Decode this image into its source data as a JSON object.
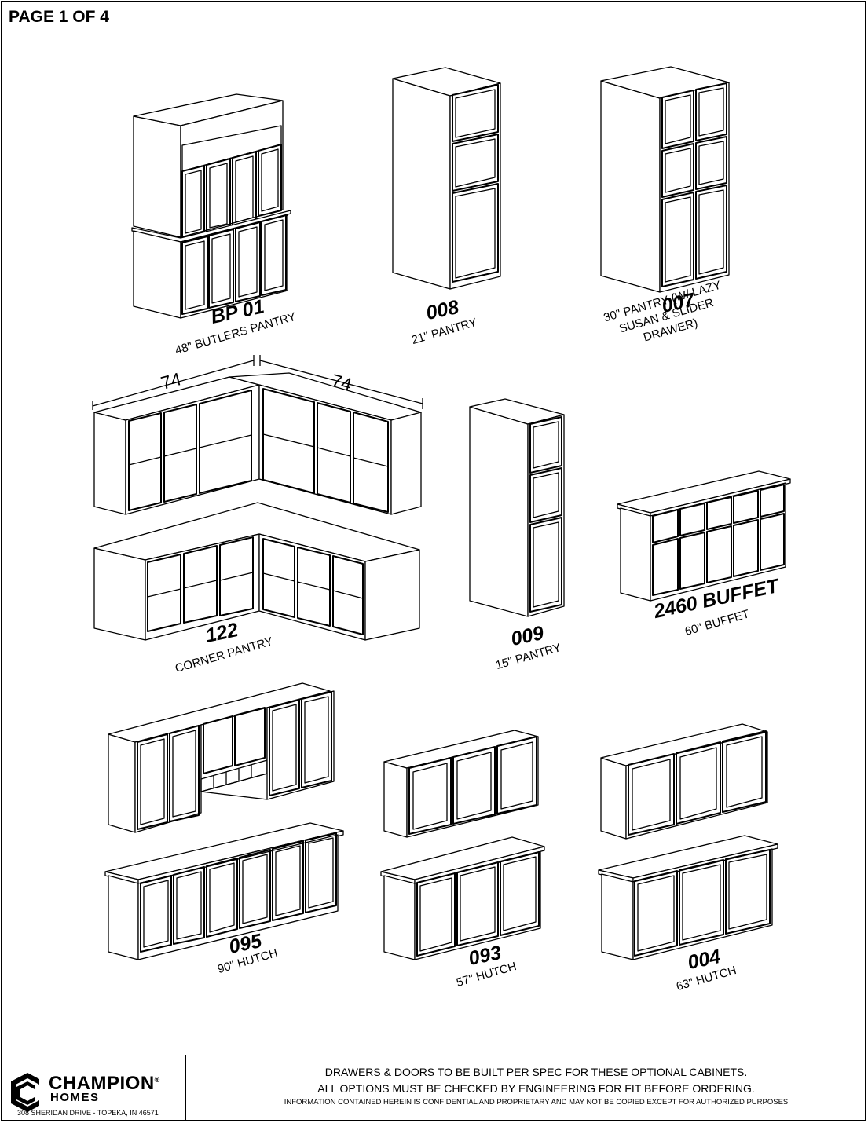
{
  "page": {
    "label": "PAGE 1 OF 4"
  },
  "cabinets": [
    {
      "id": "bp01",
      "code": "BP 01",
      "description": "48\" BUTLERS PANTRY"
    },
    {
      "id": "c008",
      "code": "008",
      "description": "21\" PANTRY"
    },
    {
      "id": "c007",
      "code": "007",
      "description": "30\" PANTRY (W/ LAZY\nSUSAN & SLIDER\nDRAWER)"
    },
    {
      "id": "c122",
      "code": "122",
      "description": "CORNER PANTRY"
    },
    {
      "id": "c009",
      "code": "009",
      "description": "15\" PANTRY"
    },
    {
      "id": "c2460",
      "code": "2460 BUFFET",
      "description": "60\" BUFFET"
    },
    {
      "id": "c095",
      "code": "095",
      "description": "90\" HUTCH"
    },
    {
      "id": "c093",
      "code": "093",
      "description": "57\" HUTCH"
    },
    {
      "id": "c004",
      "code": "004",
      "description": "63\" HUTCH"
    }
  ],
  "dimensions": {
    "left": "74",
    "right": "74"
  },
  "footer": {
    "company_name": "CHAMPION",
    "company_sub": "HOMES",
    "registered_mark": "®",
    "address": "308 SHERIDAN DRIVE - TOPEKA, IN 46571",
    "note_line1": "DRAWERS & DOORS TO BE BUILT PER SPEC FOR THESE OPTIONAL CABINETS.",
    "note_line2": "ALL OPTIONS MUST BE CHECKED BY ENGINEERING FOR FIT BEFORE ORDERING.",
    "confidential": "INFORMATION CONTAINED HEREIN IS CONFIDENTIAL AND PROPRIETARY AND MAY NOT BE COPIED EXCEPT FOR AUTHORIZED PURPOSES"
  }
}
